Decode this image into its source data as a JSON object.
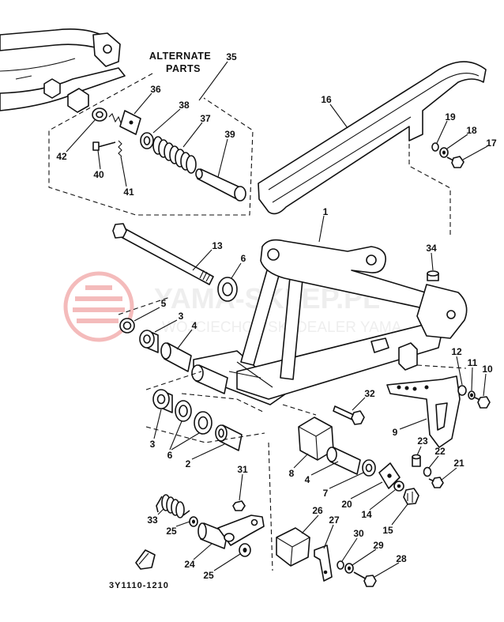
{
  "title": {
    "line1": "ALTERNATE",
    "line2": "PARTS"
  },
  "diagram_code": "3Y1110-1210",
  "watermark": {
    "line1": "YAMA-SKLEP.PL",
    "line2": "WOJCIECHOWSKI DEALER YAMA"
  },
  "colors": {
    "ink": "#111111",
    "watermark_logo": "#dd2222",
    "watermark_text": "#c8c8c8"
  },
  "callouts": [
    "35",
    "36",
    "38",
    "37",
    "39",
    "42",
    "40",
    "41",
    "16",
    "19",
    "18",
    "17",
    "1",
    "13",
    "6",
    "34",
    "5",
    "3",
    "4",
    "12",
    "11",
    "10",
    "32",
    "9",
    "3",
    "6",
    "2",
    "23",
    "22",
    "21",
    "8",
    "4",
    "7",
    "20",
    "14",
    "15",
    "31",
    "26",
    "27",
    "33",
    "25",
    "30",
    "29",
    "28",
    "24",
    "25"
  ]
}
